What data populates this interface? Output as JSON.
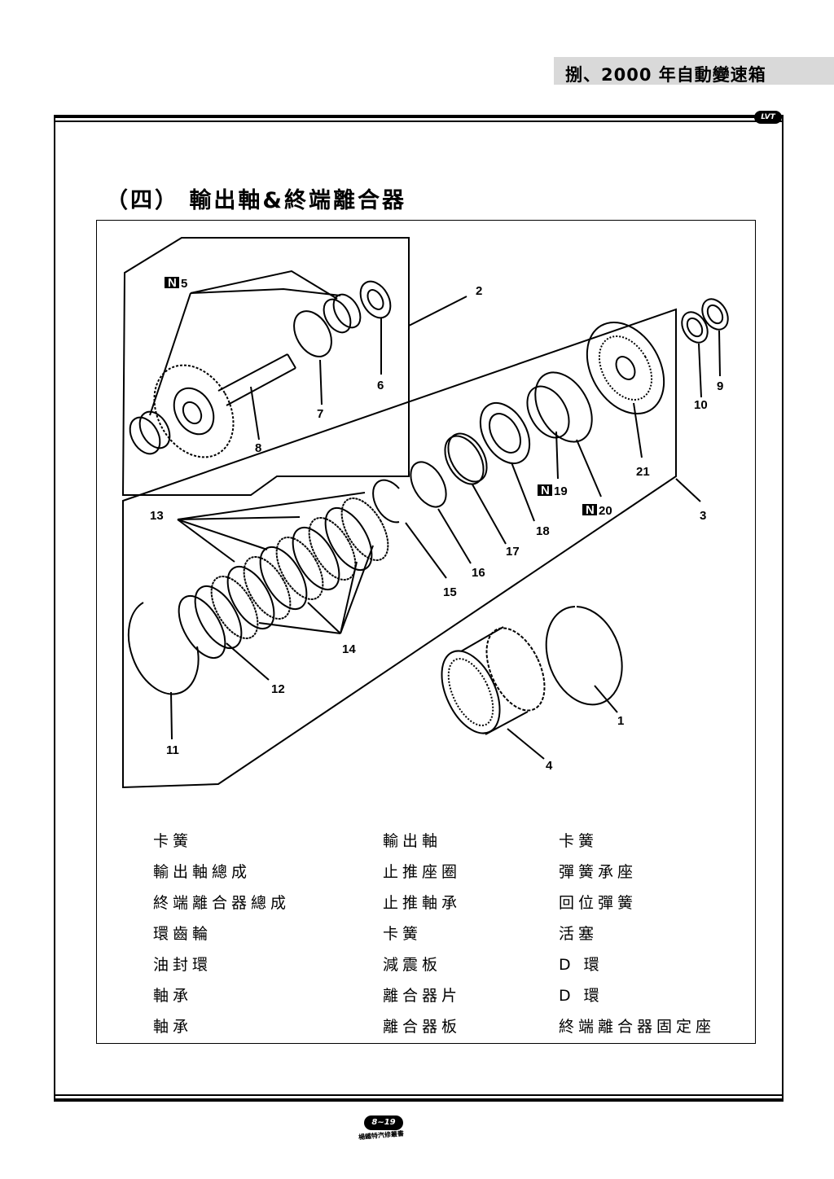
{
  "header": {
    "chapter_title": "捌、2000 年自動變速箱",
    "corner_logo": "LVT"
  },
  "section": {
    "title": "（四） 輸出軸&終端離合器"
  },
  "diagram": {
    "callouts": {
      "n5": "5",
      "c2": "2",
      "c6": "6",
      "c7": "7",
      "c8": "8",
      "c9": "9",
      "c10": "10",
      "c21": "21",
      "n19": "19",
      "n20": "20",
      "c3": "3",
      "c13": "13",
      "c18": "18",
      "c17": "17",
      "c16": "16",
      "c15": "15",
      "c14": "14",
      "c12": "12",
      "c11": "11",
      "c1": "1",
      "c4": "4"
    },
    "new_part_marker": "N"
  },
  "legend": {
    "rows": [
      [
        "卡簧",
        "輸出軸",
        "卡簧"
      ],
      [
        "輸出軸總成",
        "止推座圈",
        "彈簧承座"
      ],
      [
        "終端離合器總成",
        "止推軸承",
        "回位彈簧"
      ],
      [
        "環齒輪",
        "卡簧",
        "活塞"
      ],
      [
        "油封環",
        "減震板",
        "D 環"
      ],
      [
        "軸承",
        "離合器片",
        "D 環"
      ],
      [
        "軸承",
        "離合器板",
        "終端離合器固定座"
      ]
    ]
  },
  "footer": {
    "page_number": "8~19",
    "publisher": "楊鐵特汽修叢書"
  }
}
